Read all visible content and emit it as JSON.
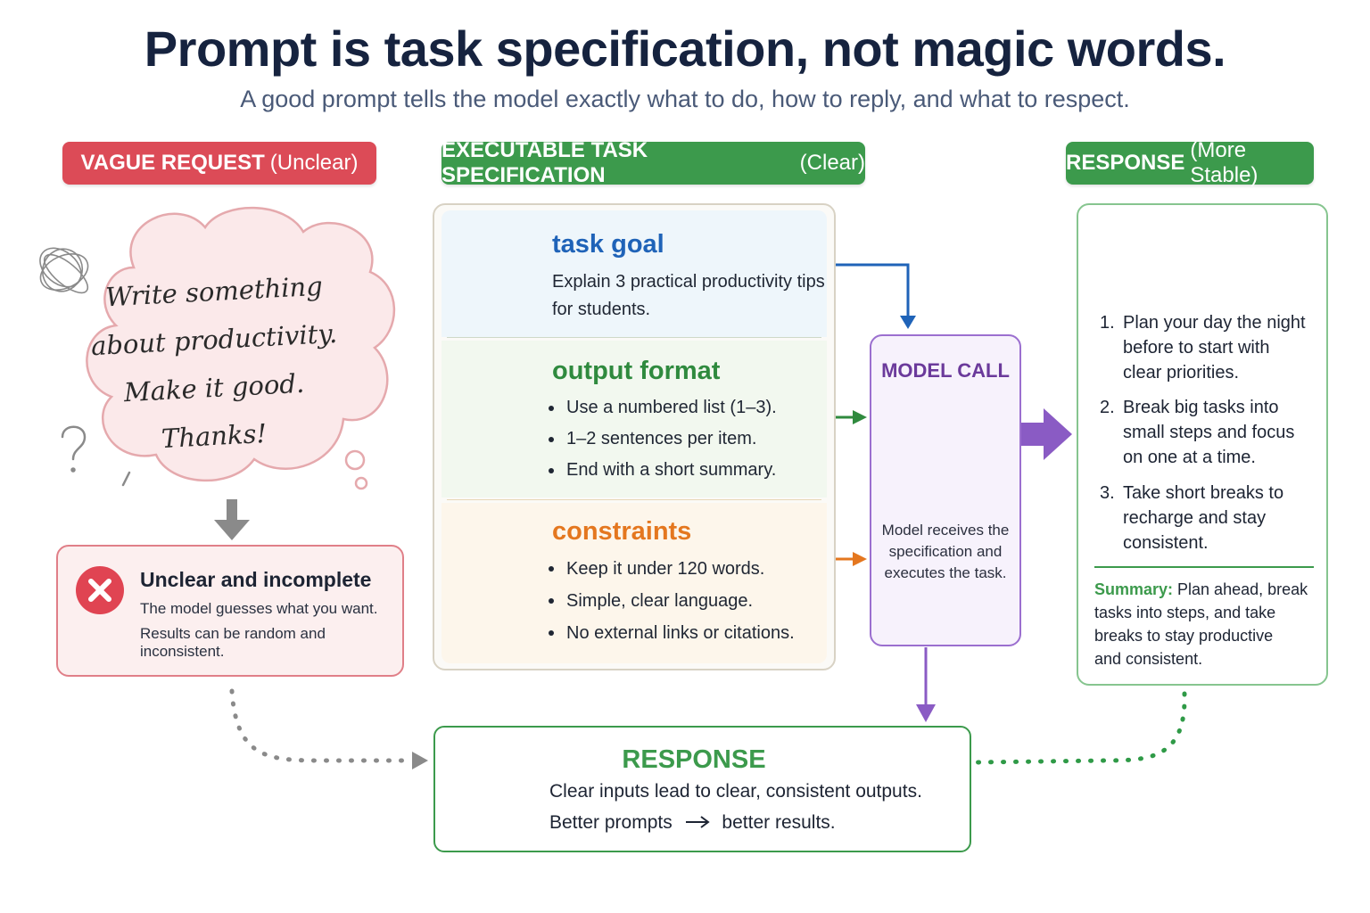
{
  "header": {
    "title": "Prompt is task specification, not magic words.",
    "subtitle": "A good prompt tells the model exactly what to do, how to reply, and what to respect."
  },
  "columns": {
    "vague": {
      "label": "VAGUE REQUEST",
      "qualifier": "(Unclear)",
      "color": "#dc4b57"
    },
    "spec": {
      "label": "EXECUTABLE TASK SPECIFICATION",
      "qualifier": "(Clear)",
      "color": "#3c9a4c"
    },
    "response": {
      "label": "RESPONSE",
      "qualifier": "(More Stable)",
      "color": "#3c9a4c"
    }
  },
  "vague_request": {
    "lines": [
      "Write something",
      "about productivity.",
      "Make it good.",
      "Thanks!"
    ]
  },
  "unclear_result": {
    "title": "Unclear and incomplete",
    "lines": [
      "The model guesses what you want.",
      "Results can be random and inconsistent."
    ]
  },
  "spec": {
    "task_goal": {
      "title": "task goal",
      "lines": [
        "Explain 3 practical productivity tips",
        "for students."
      ],
      "color": "#1f63b8",
      "icon": "target-icon"
    },
    "output_format": {
      "title": "output format",
      "bullets": [
        "Use a numbered list (1–3).",
        "1–2 sentences per item.",
        "End with a short summary."
      ],
      "color": "#2f8a3e",
      "icon": "form-icon"
    },
    "constraints": {
      "title": "constraints",
      "bullets": [
        "Keep it under 120 words.",
        "Simple, clear language.",
        "No external links or citations."
      ],
      "color": "#e4771f",
      "icon": "shield-check-icon"
    }
  },
  "model_call": {
    "title": "MODEL CALL",
    "lines": [
      "Model receives the",
      "specification and",
      "executes the task."
    ],
    "color": "#8a5bc4",
    "icon": "robot-icon"
  },
  "stable_response": {
    "items": [
      {
        "num": "1.",
        "lines": [
          "Plan your day the night",
          "before to start with",
          "clear priorities."
        ]
      },
      {
        "num": "2.",
        "lines": [
          "Break big tasks into",
          "small steps and focus",
          "on one at a time."
        ]
      },
      {
        "num": "3.",
        "lines": [
          "Take short breaks to",
          "recharge and stay",
          "consistent."
        ]
      }
    ],
    "summary_label": "Summary:",
    "summary_lines": [
      " Plan ahead, break",
      "tasks into steps, and take",
      "breaks to stay productive",
      "and consistent."
    ]
  },
  "bottom_response": {
    "title": "RESPONSE",
    "line1": "Clear inputs lead to clear, consistent outputs.",
    "line2_a": "Better prompts",
    "line2_b": "better results."
  }
}
